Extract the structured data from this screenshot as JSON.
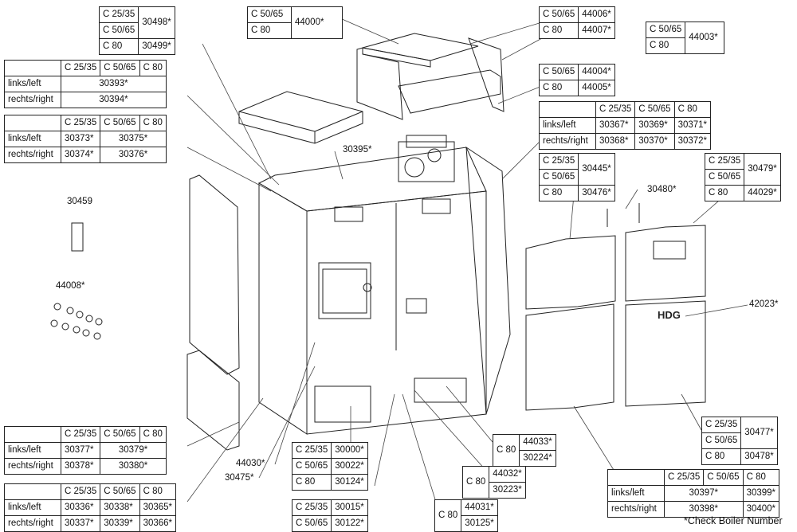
{
  "t1": {
    "models": [
      "C 25/35",
      "C 50/65",
      "C 80"
    ],
    "parts": [
      "30498*",
      "30499*"
    ]
  },
  "t2": {
    "models": [
      "C 50/65",
      "C 80"
    ],
    "part": "44000*"
  },
  "t3": {
    "models": [
      "C 50/65",
      "C 80"
    ],
    "parts": [
      "44006*",
      "44007*"
    ]
  },
  "t4": {
    "models": [
      "C 50/65",
      "C 80"
    ],
    "part": "44003*"
  },
  "t5": {
    "header": [
      "C 25/35",
      "C 50/65",
      "C 80"
    ],
    "rows": [
      "links/left",
      "rechts/right"
    ],
    "parts": [
      "30393*",
      "30394*"
    ]
  },
  "t6": {
    "models": [
      "C 50/65",
      "C 80"
    ],
    "parts": [
      "44004*",
      "44005*"
    ]
  },
  "t7": {
    "header": [
      "C 25/35",
      "C 50/65",
      "C 80"
    ],
    "rows": [
      "links/left",
      "rechts/right"
    ],
    "parts": [
      "30367*",
      "30369*",
      "30371*",
      "30368*",
      "30370*",
      "30372*"
    ]
  },
  "t8": {
    "header": [
      "C 25/35",
      "C 50/65",
      "C 80"
    ],
    "rows": [
      "links/left",
      "rechts/right"
    ],
    "parts": [
      "30373*",
      "30375*",
      "30374*",
      "30376*"
    ]
  },
  "t9": {
    "models": [
      "C 25/35",
      "C 50/65",
      "C 80"
    ],
    "parts": [
      "30445*",
      "30476*"
    ]
  },
  "t10": {
    "models": [
      "C 25/35",
      "C 50/65",
      "C 80"
    ],
    "parts": [
      "30479*",
      "44029*"
    ]
  },
  "t11": {
    "models": [
      "C 25/35",
      "C 50/65",
      "C 80"
    ],
    "parts": [
      "30477*",
      "30478*"
    ]
  },
  "t12": {
    "header": [
      "C 25/35",
      "C 50/65",
      "C 80"
    ],
    "rows": [
      "links/left",
      "rechts/right"
    ],
    "parts": [
      "30377*",
      "30379*",
      "30378*",
      "30380*"
    ]
  },
  "t13": {
    "models": [
      "C 25/35",
      "C 50/65",
      "C 80"
    ],
    "parts": [
      "30000*",
      "30022*",
      "30124*"
    ]
  },
  "t14": {
    "model": "C 80",
    "parts": [
      "44033*",
      "30224*"
    ]
  },
  "t15": {
    "model": "C 80",
    "parts": [
      "44032*",
      "30223*"
    ]
  },
  "t16": {
    "header": [
      "C 25/35",
      "C 50/65",
      "C 80"
    ],
    "rows": [
      "links/left",
      "rechts/right"
    ],
    "parts": [
      "30397*",
      "30399*",
      "30398*",
      "30400*"
    ]
  },
  "t17": {
    "header": [
      "C 25/35",
      "C 50/65",
      "C 80"
    ],
    "rows": [
      "links/left",
      "rechts/right"
    ],
    "parts": [
      "30336*",
      "30338*",
      "30365*",
      "30337*",
      "30339*",
      "30366*"
    ]
  },
  "t18": {
    "models": [
      "C 25/35",
      "C 50/65"
    ],
    "parts": [
      "30015*",
      "30122*"
    ]
  },
  "t19": {
    "model": "C 80",
    "parts": [
      "44031*",
      "30125*"
    ]
  },
  "labels": {
    "l30395": "30395*",
    "l30459": "30459",
    "l44008": "44008*",
    "l30480": "30480*",
    "l42023": "42023*",
    "l44030": "44030*",
    "l30475": "30475*",
    "logo": "HDG"
  },
  "note": "*Check Boiler Number"
}
